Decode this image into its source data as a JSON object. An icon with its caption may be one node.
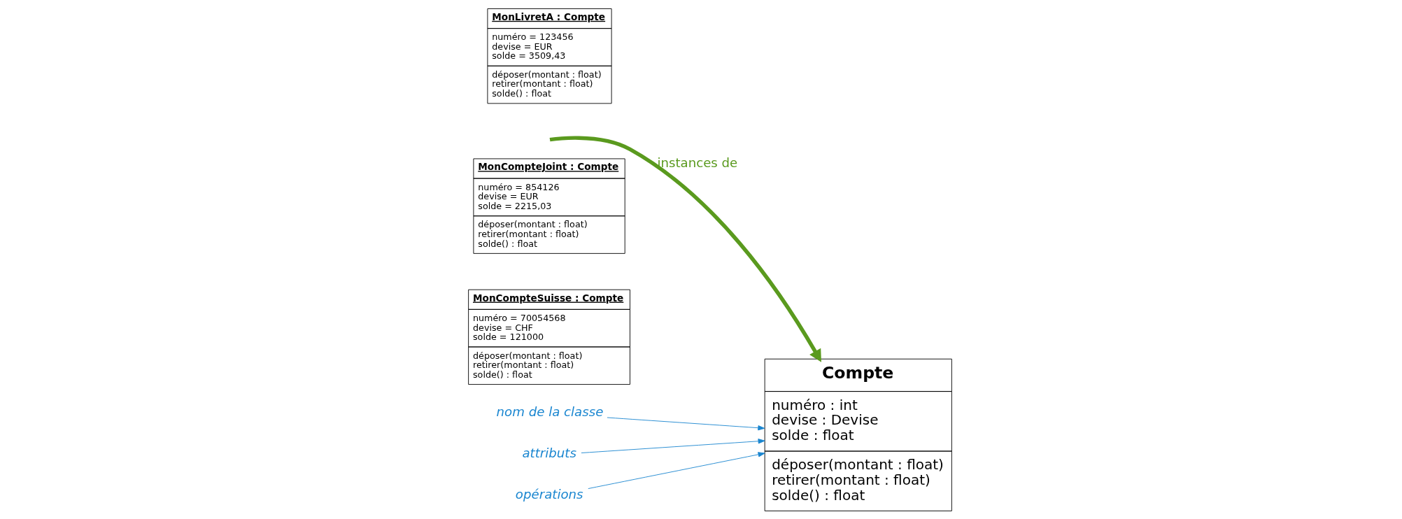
{
  "diagram": {
    "nodes": [
      {
        "text": [
          "MonLivretA : Compte",
          "numéro = 123456",
          "devise = EUR",
          "solde = 3509,43",
          "déposer(montant : float)",
          "retirer(montant : float)",
          "solde() : float"
        ]
      },
      {
        "text": [
          "MonCompteJoint : Compte",
          "numéro = 854126",
          "devise = EUR",
          "solde = 2215,03",
          "déposer(montant : float)",
          "retirer(montant : float)",
          "solde() : float"
        ]
      },
      {
        "text": [
          "MonCompteSuisse : Compte",
          "numéro = 70054568",
          "devise = CHF",
          "solde = 121000",
          "déposer(montant : float)",
          "retirer(montant : float)",
          "solde() : float"
        ]
      },
      {
        "text": [
          "Compte",
          "numéro : int",
          "devise : Devise",
          "solde : float",
          "déposer(montant : float)",
          "retirer(montant : float)",
          "solde() : float"
        ]
      },
      {
        "text": [
          "nom de la classe"
        ]
      },
      {
        "text": [
          "attributs"
        ]
      },
      {
        "text": [
          "opérations"
        ]
      }
    ],
    "edges": [
      {
        "from": null,
        "to": 3,
        "arrow": "to",
        "label": "instances de",
        "style": "thick",
        "color": "#5a9a1e"
      },
      {
        "from": 4,
        "to": 3,
        "arrow": "to",
        "color": "#1a86d0"
      },
      {
        "from": 5,
        "to": 3,
        "arrow": "to",
        "color": "#1a86d0"
      },
      {
        "from": 6,
        "to": 3,
        "arrow": "to",
        "color": "#1a86d0"
      }
    ]
  }
}
